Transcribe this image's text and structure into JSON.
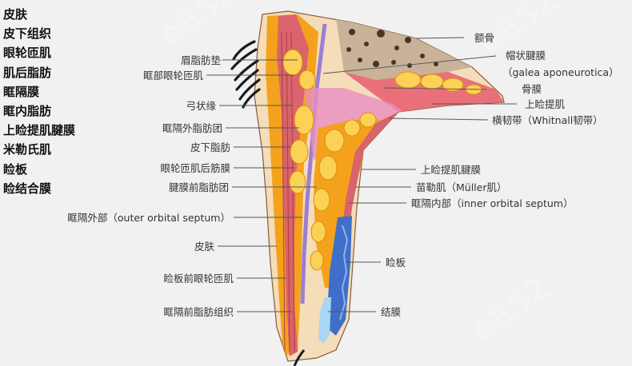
{
  "legend": [
    "皮肤",
    "皮下组织",
    "眼轮匝肌",
    "肌后脂肪",
    "眶隔膜",
    "眶内脂肪",
    "上睑提肌腱膜",
    "米勒氏肌",
    "睑板",
    "睑结合膜"
  ],
  "labels": {
    "frontal_bone": "额骨",
    "galea": "帽状腱膜",
    "galea_latin": "（galea aponeurotica）",
    "periosteum": "骨膜",
    "lps_muscle": "上睑提肌",
    "whitnall": "横韧带（Whitnall韧带）",
    "brow_fat": "眉脂肪垫",
    "orbital_oo": "眶部眼轮匝肌",
    "arcus": "弓状缘",
    "preseptal_fat_pad": "眶隔外脂肪团",
    "subcutaneous_fat": "皮下脂肪",
    "roof": "眼轮匝肌后筋膜",
    "preaponeurotic_fat": "腱膜前脂肪团",
    "lps_aponeurosis": "上睑提肌腱膜",
    "muller": "苗勒肌（Müller肌）",
    "inner_septum": "眶隔内部（inner orbital septum）",
    "outer_septum": "眶隔外部（outer orbital septum）",
    "skin": "皮肤",
    "tarsus": "睑板",
    "pretarsal_oo": "睑板前眼轮匝肌",
    "preseptal_tissue": "眶隔前脂肪组织",
    "conjunctiva": "结膜"
  },
  "colors": {
    "skin": "#f4ddb8",
    "muscle": "#d9646b",
    "fat": "#f4a21c",
    "fat_blob": "#fbd255",
    "bone": "#c9b29a",
    "bone_spot": "#4a3428",
    "septum": "#9b7fd1",
    "membrane": "#e88fc0",
    "tarsus": "#3f6fc9",
    "conjunctiva": "#a9d6f2"
  }
}
